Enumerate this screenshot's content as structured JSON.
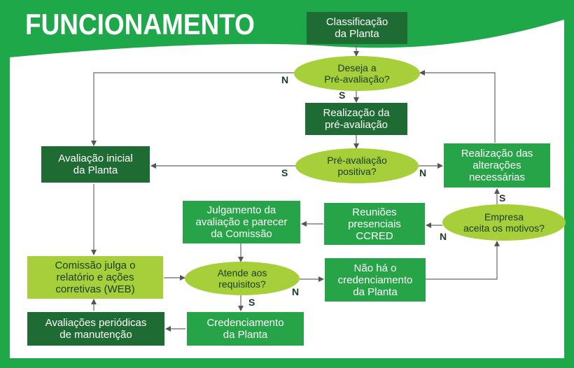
{
  "title": "FUNCIONAMENTO",
  "colors": {
    "dark_green": "#1f6b34",
    "mid_green": "#27a348",
    "lime": "#a6cf39",
    "text_dark": "#173d1f"
  },
  "nodes": {
    "classificacao": "Classificação\nda Planta",
    "deseja": "Deseja a\nPré-avaliação?",
    "realizacao_pre": "Realização da\npré-avaliação",
    "pre_positiva": "Pré-avaliação\npositiva?",
    "avaliacao_inicial": "Avaliação inicial\nda Planta",
    "realizacao_alteracoes": "Realização das\nalterações\nnecessárias",
    "empresa_aceita": "Empresa\naceita os motivos?",
    "reunioes": "Reuniões\npresenciais\nCCRED",
    "julgamento": "Julgamento da\navaliação e parecer\nda Comissão",
    "comissao_julga": "Comissão julga o\nrelatório e ações\ncorretivas (WEB)",
    "atende": "Atende aos\nrequisitos?",
    "nao_ha": "Não há o\ncredenciamento\nda Planta",
    "avaliacoes_periodicas": "Avaliações periódicas\nde manutenção",
    "credenciamento": "Credenciamento\nda Planta"
  },
  "labels": {
    "n": "N",
    "s": "S"
  }
}
